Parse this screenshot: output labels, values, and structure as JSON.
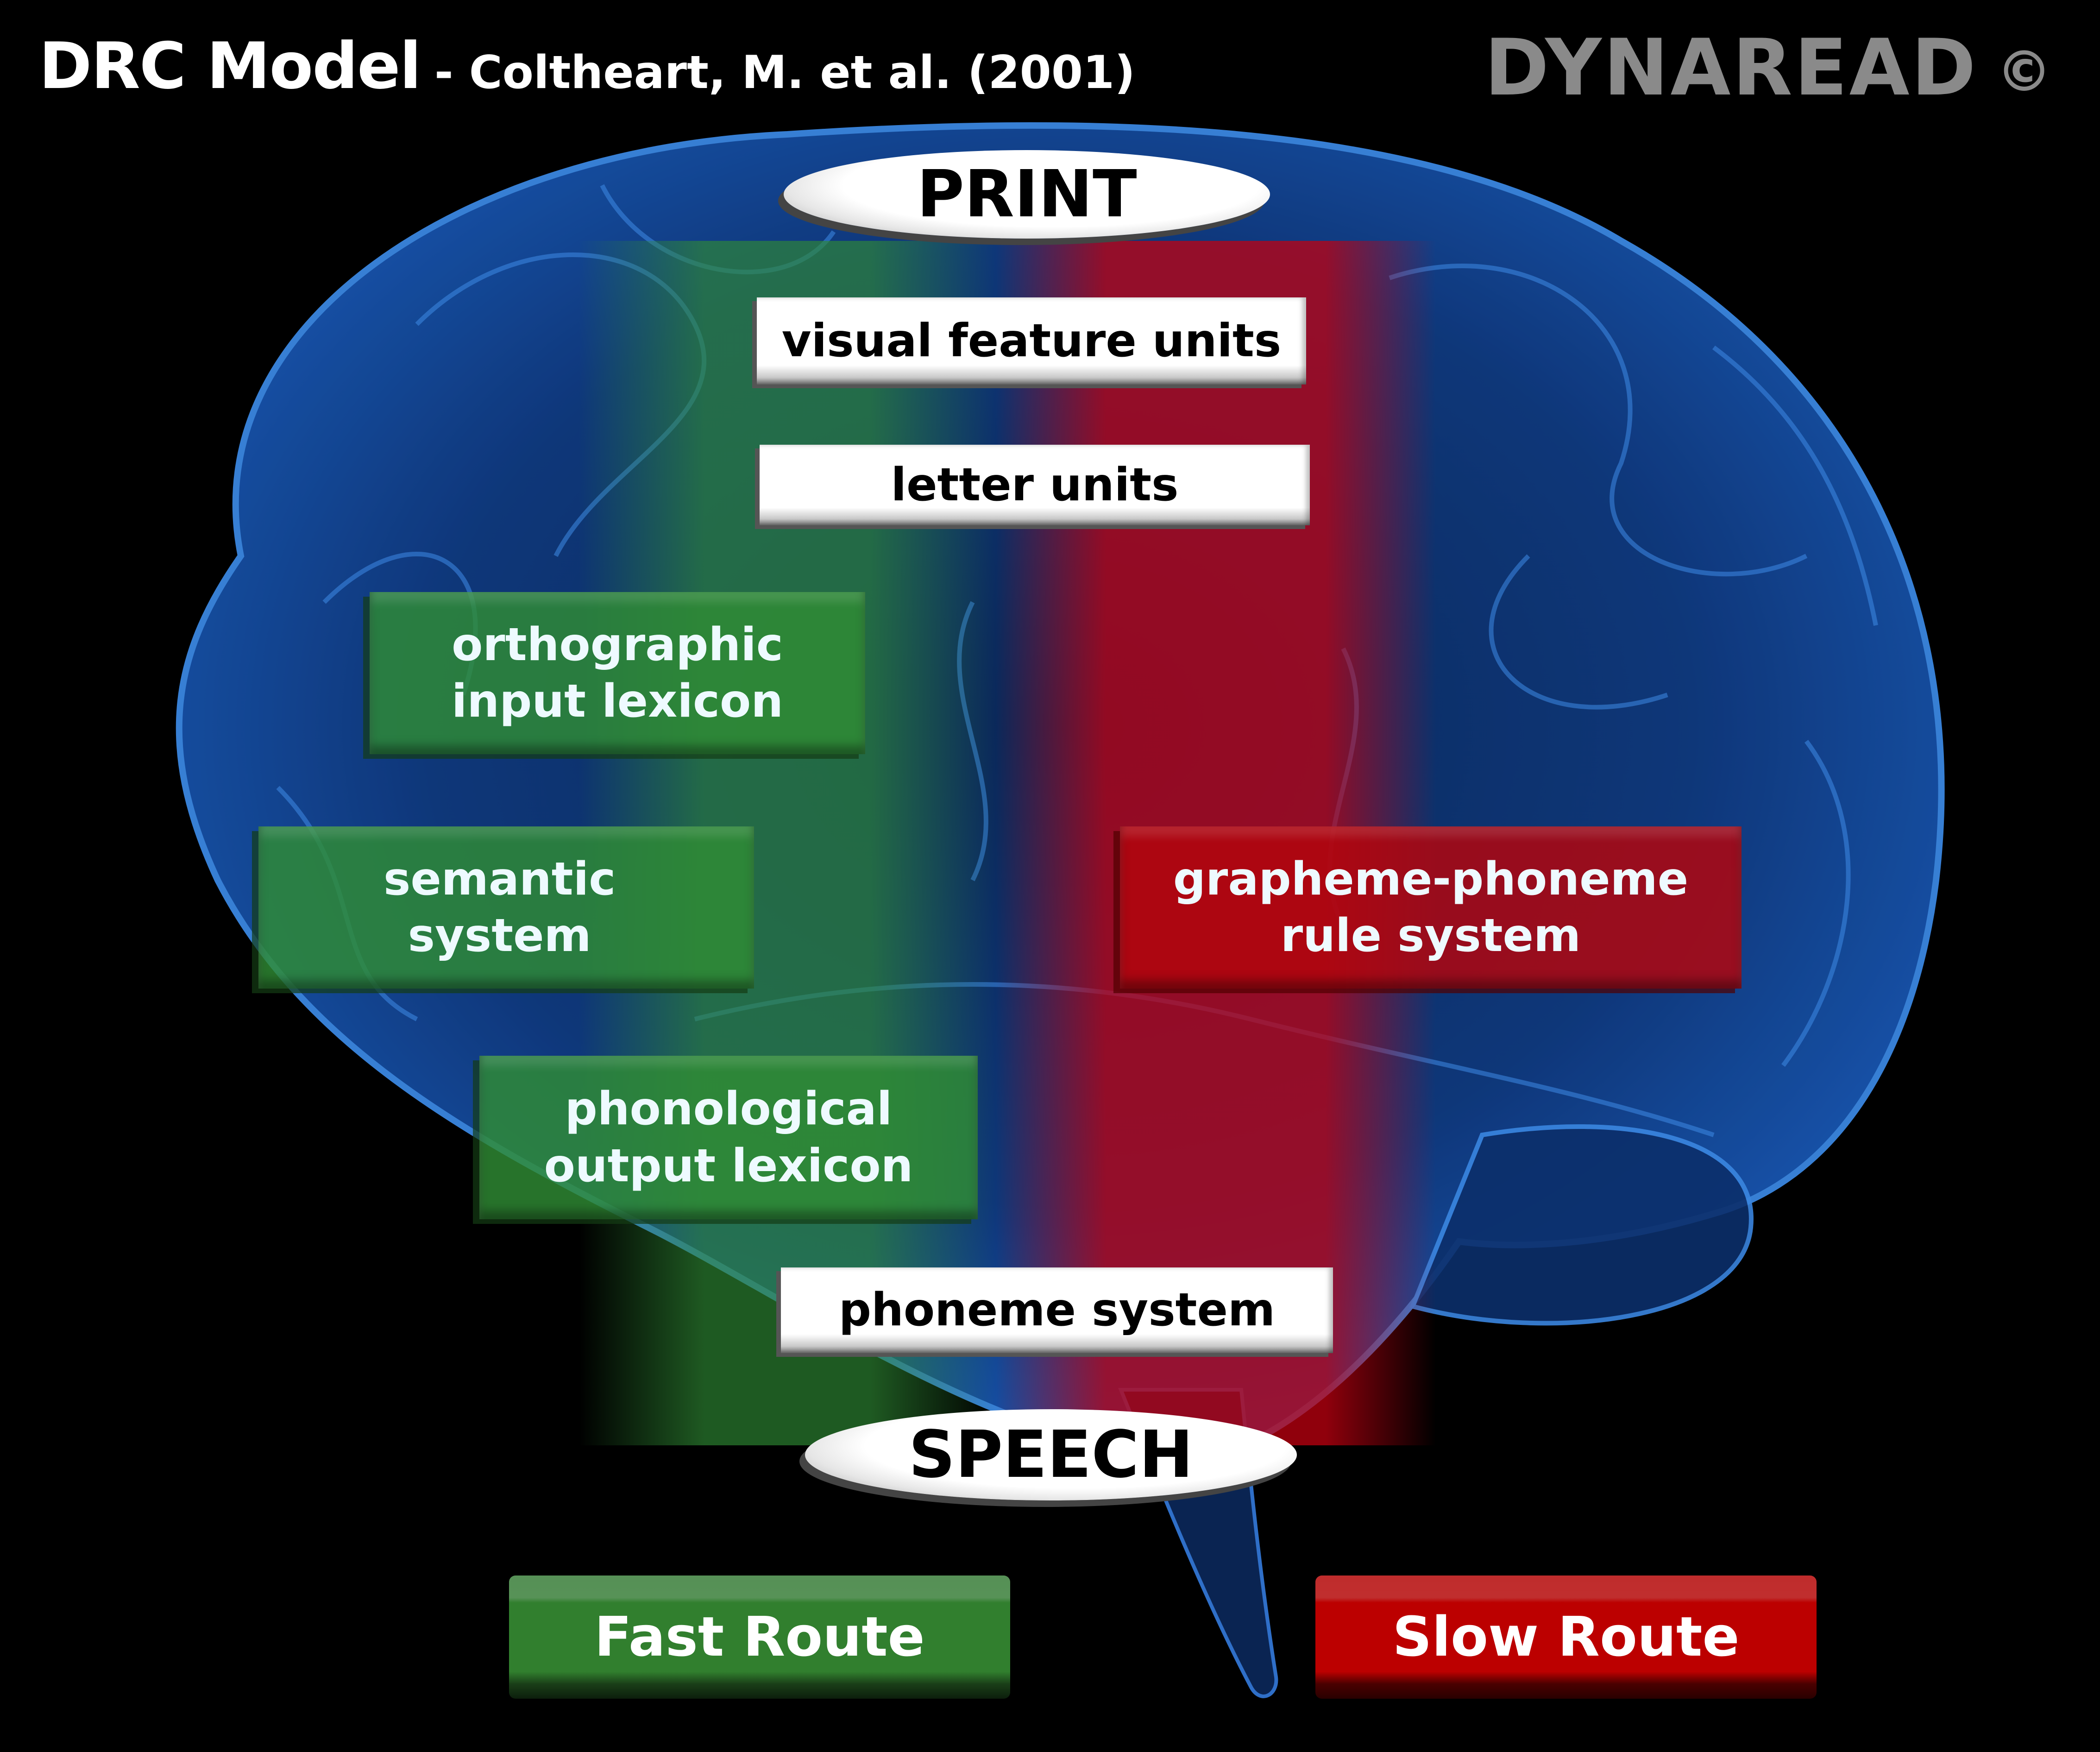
{
  "header": {
    "title": "DRC Model",
    "subtitle": "- Coltheart, M. et al. (2001)",
    "logo_text": "DYNAREAD",
    "copyright_symbol": "©"
  },
  "diagram": {
    "input": "PRINT",
    "output": "SPEECH",
    "shared_nodes": {
      "visual_feature_units": "visual feature units",
      "letter_units": "letter units",
      "phoneme_system": "phoneme system"
    },
    "lexical_route_nodes": {
      "orthographic_input_lexicon": "orthographic\ninput lexicon",
      "semantic_system": "semantic\nsystem",
      "phonological_output_lexicon": "phonological\noutput lexicon"
    },
    "nonlexical_route_nodes": {
      "grapheme_phoneme_rule_system": "grapheme-phoneme\nrule system"
    }
  },
  "legend": {
    "fast_route": {
      "label": "Fast Route",
      "color": "#317f2e"
    },
    "slow_route": {
      "label": "Slow Route",
      "color": "#bc0000"
    }
  },
  "colors": {
    "background": "#000000",
    "brain": "#1a4fa8",
    "lexical_route": "#2f8a34",
    "nonlexical_route": "#b0060e",
    "logo": "#8a8a8a"
  }
}
